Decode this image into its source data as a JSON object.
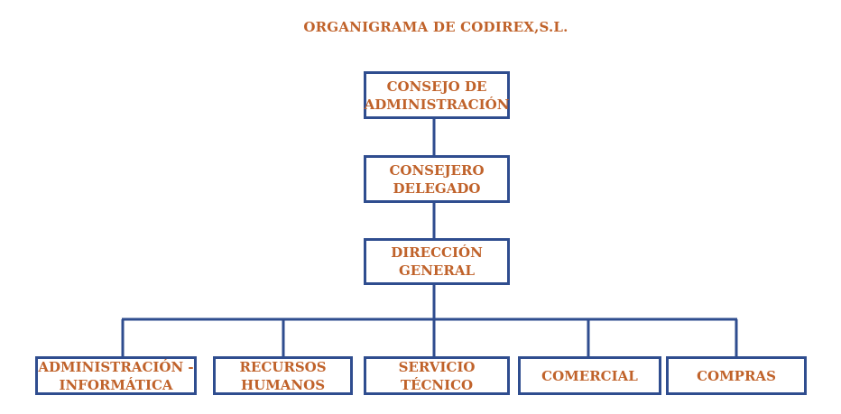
{
  "title": "ORGANIGRAMA DE CODIREX,S.L.",
  "colors": {
    "text": "#c0622a",
    "border": "#2f4d8f",
    "background": "#ffffff"
  },
  "nodes": {
    "consejo": {
      "line1": "CONSEJO DE",
      "line2": "ADMINISTRACIÓN"
    },
    "consejero": {
      "line1": "CONSEJERO",
      "line2": "DELEGADO"
    },
    "direccion": {
      "line1": "DIRECCIÓN",
      "line2": "GENERAL"
    },
    "departments": [
      {
        "line1": "ADMINISTRACIÓN -",
        "line2": "INFORMÁTICA"
      },
      {
        "line1": "RECURSOS",
        "line2": "HUMANOS"
      },
      {
        "line1": "SERVICIO",
        "line2": "TÉCNICO"
      },
      {
        "line1": "COMERCIAL",
        "line2": ""
      },
      {
        "line1": "COMPRAS",
        "line2": ""
      }
    ]
  }
}
